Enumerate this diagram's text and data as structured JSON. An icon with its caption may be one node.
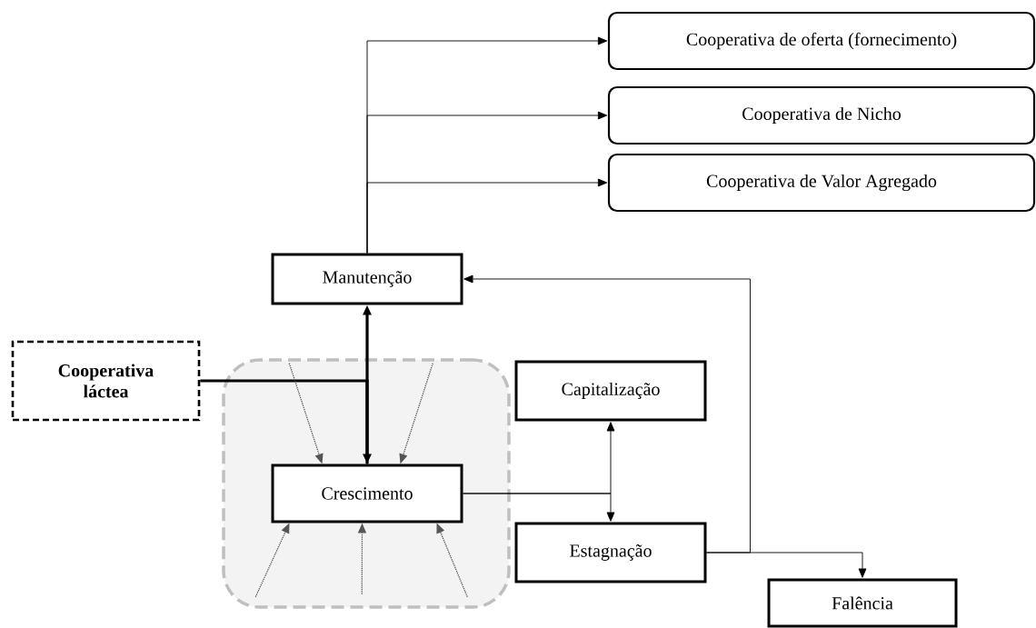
{
  "diagram": {
    "nodes": [
      {
        "text": [
          "Cooperativa de oferta (fornecimento)"
        ]
      },
      {
        "text": [
          "Cooperativa de Nicho"
        ]
      },
      {
        "text": [
          "Cooperativa de Valor Agregado"
        ]
      },
      {
        "text": [
          "Manutenção"
        ]
      },
      {
        "text": [
          "Cooperativa láctea"
        ]
      },
      {
        "text": [],
        "shape": "box"
      },
      {
        "text": [
          "Crescimento"
        ],
        "in": 5
      },
      {
        "text": [
          "Capitalização"
        ]
      },
      {
        "text": [
          "Estagnação"
        ]
      },
      {
        "text": [
          "Falência"
        ]
      }
    ],
    "edges": [
      {
        "from": 3,
        "to": 0,
        "arrow": "to"
      },
      {
        "from": 3,
        "to": 1,
        "arrow": "to"
      },
      {
        "from": 3,
        "to": 2,
        "arrow": "to"
      },
      {
        "from": 3,
        "to": 6,
        "arrow": "both",
        "style": "thick"
      },
      {
        "from": 4,
        "to": 6,
        "arrow": "none",
        "style": "thick"
      },
      {
        "from": 5,
        "to": 6,
        "arrow": "to",
        "style": "dashed",
        "color": "#555555"
      },
      {
        "from": 5,
        "to": 6,
        "arrow": "to",
        "style": "dashed",
        "color": "#555555"
      },
      {
        "from": 5,
        "to": 6,
        "arrow": "to",
        "style": "dashed",
        "color": "#555555"
      },
      {
        "from": 5,
        "to": 6,
        "arrow": "to",
        "style": "dashed",
        "color": "#555555"
      },
      {
        "from": 5,
        "to": 6,
        "arrow": "to",
        "style": "dashed",
        "color": "#555555"
      },
      {
        "from": 6,
        "to": 7,
        "arrow": "to"
      },
      {
        "from": 6,
        "to": 8,
        "arrow": "to"
      },
      {
        "from": 8,
        "to": 3,
        "arrow": "to"
      },
      {
        "from": 8,
        "to": 9,
        "arrow": "to"
      }
    ]
  }
}
